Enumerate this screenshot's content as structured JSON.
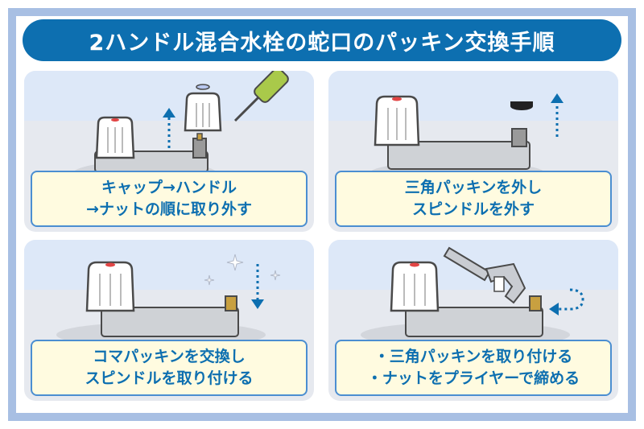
{
  "title": "2ハンドル混合水栓の蛇口のパッキン交換手順",
  "colors": {
    "accent": "#0d6fb0",
    "frame": "#a8bfe3",
    "caption_bg": "#fffbe0",
    "caption_border": "#4b8ed1"
  },
  "steps": [
    {
      "line1": "キャップ→ハンドル",
      "line2": "→ナットの順に取り外す",
      "icons": [
        "faucet-handle-icon",
        "screwdriver-icon",
        "up-arrow-icon"
      ]
    },
    {
      "line1": "三角パッキンを外し",
      "line2": "スピンドルを外す",
      "icons": [
        "faucet-handle-icon",
        "triangle-packing-icon",
        "up-arrow-icon"
      ]
    },
    {
      "line1": "コマパッキンを交換し",
      "line2": "スピンドルを取り付ける",
      "icons": [
        "faucet-handle-icon",
        "sparkle-icon",
        "down-arrow-icon"
      ]
    },
    {
      "line1": "・三角パッキンを取り付ける",
      "line2": "・ナットをプライヤーで締める",
      "icons": [
        "faucet-handle-icon",
        "wrench-icon",
        "rotate-arrow-icon"
      ]
    }
  ]
}
